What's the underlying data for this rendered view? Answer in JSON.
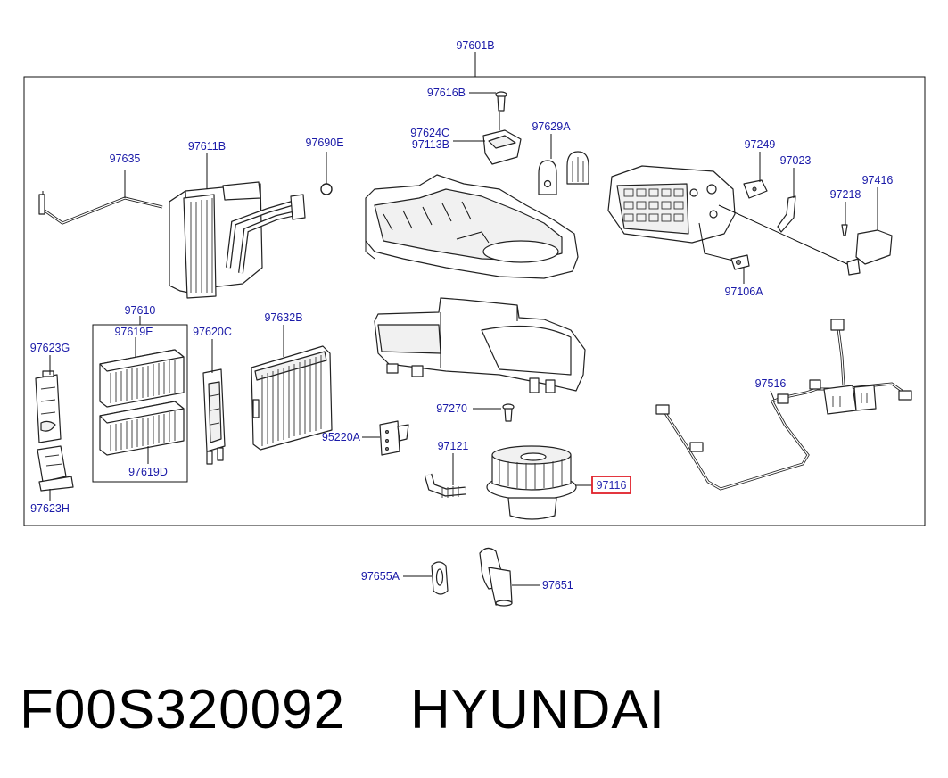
{
  "labels": {
    "top": "97601B",
    "p97616B": "97616B",
    "p97624C": "97624C",
    "p97113B": "97113B",
    "p97629A": "97629A",
    "p97690E": "97690E",
    "p97611B": "97611B",
    "p97635": "97635",
    "p97249": "97249",
    "p97023": "97023",
    "p97416": "97416",
    "p97218": "97218",
    "p97106A": "97106A",
    "p97610": "97610",
    "p97619E": "97619E",
    "p97620C": "97620C",
    "p97632B": "97632B",
    "p97623G": "97623G",
    "p97619D": "97619D",
    "p97623H": "97623H",
    "p97270": "97270",
    "p95220A": "95220A",
    "p97121": "97121",
    "p97116": "97116",
    "p97516": "97516",
    "p97655A": "97655A",
    "p97651": "97651"
  },
  "highlight": {
    "part": "97116",
    "color": "#e0202a"
  },
  "caption": "F00S320092    HYUNDAI",
  "colors": {
    "label": "#1a1aa8",
    "line": "#111111"
  }
}
